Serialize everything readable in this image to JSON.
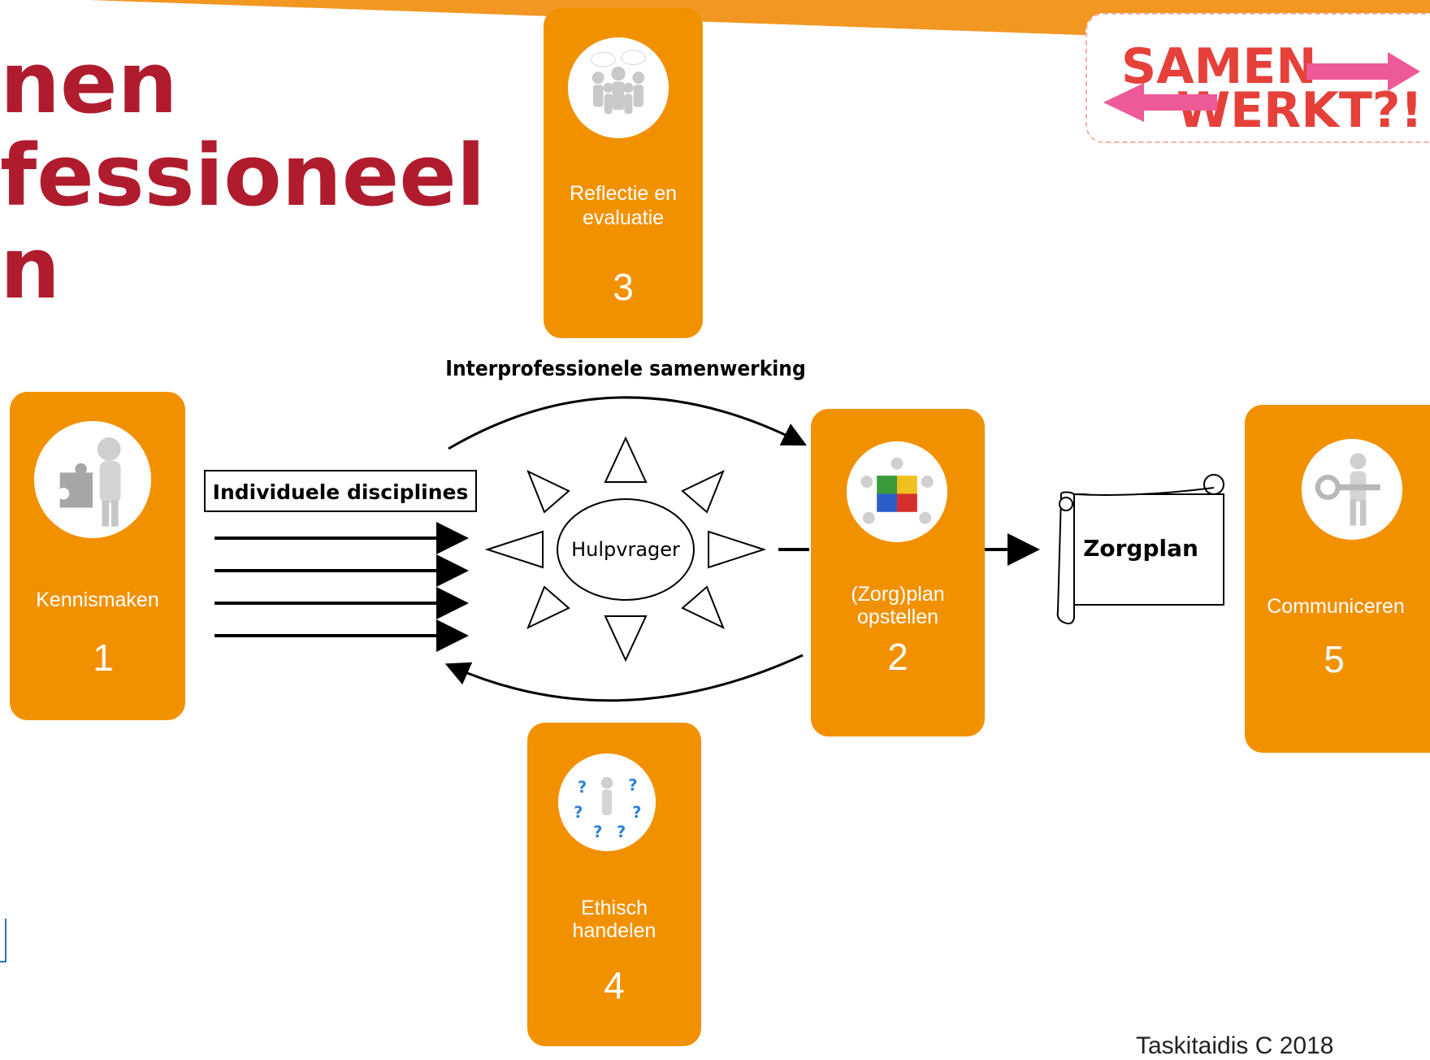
{
  "title": {
    "lines": [
      "nen",
      "fessioneel",
      "n"
    ]
  },
  "logo": {
    "line1": "SAMEN",
    "line2": "WERKT?!"
  },
  "steps": [
    {
      "label_line1": "Kennismaken",
      "label_line2": "",
      "number": "1"
    },
    {
      "label_line1": "(Zorg)plan",
      "label_line2": "opstellen",
      "number": "2"
    },
    {
      "label_line1": "Reflectie en",
      "label_line2": "evaluatie",
      "number": "3"
    },
    {
      "label_line1": "Ethisch",
      "label_line2": "handelen",
      "number": "4"
    },
    {
      "label_line1": "Communiceren",
      "label_line2": "",
      "number": "5"
    }
  ],
  "diagram": {
    "top_label": "Interprofessionele samenwerking",
    "left_box": "Individuele disciplines",
    "center": "Hulpvrager",
    "scroll": "Zorgplan"
  },
  "source_text": "Taskitaidis C 2018",
  "colors": {
    "card": "#f29100",
    "title": "#b01c2e",
    "banner": "#f29722",
    "logo_red": "#e6403a",
    "logo_pink": "#ee5a98"
  }
}
